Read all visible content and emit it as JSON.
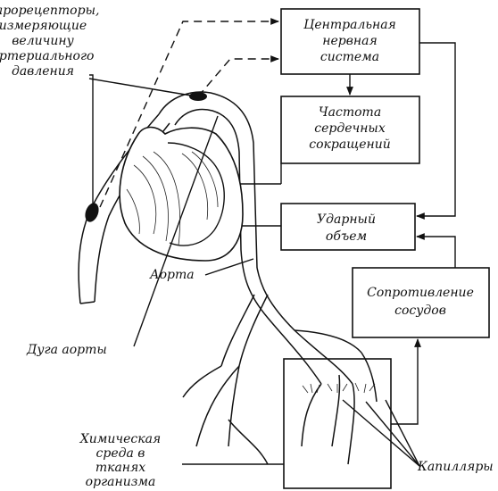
{
  "labels": {
    "baroreceptors": [
      "Барорецепторы,",
      "измеряющие",
      "величину",
      "артериального",
      "давления"
    ],
    "aorta": "Аорта",
    "aortic_arch": "Дуга аорты",
    "chemical_env": [
      "Химическая",
      "среда в",
      "тканях",
      "организма"
    ],
    "capillaries": "Капилляры"
  },
  "boxes": {
    "cns": [
      "Центральная",
      "нервная",
      "система"
    ],
    "heart_rate": [
      "Частота",
      "сердечных",
      "сокращений"
    ],
    "stroke_volume": [
      "Ударный",
      "объем"
    ],
    "resistance": [
      "Сопротивление",
      "сосудов"
    ]
  },
  "colors": {
    "ink": "#111111",
    "background": "#ffffff"
  }
}
